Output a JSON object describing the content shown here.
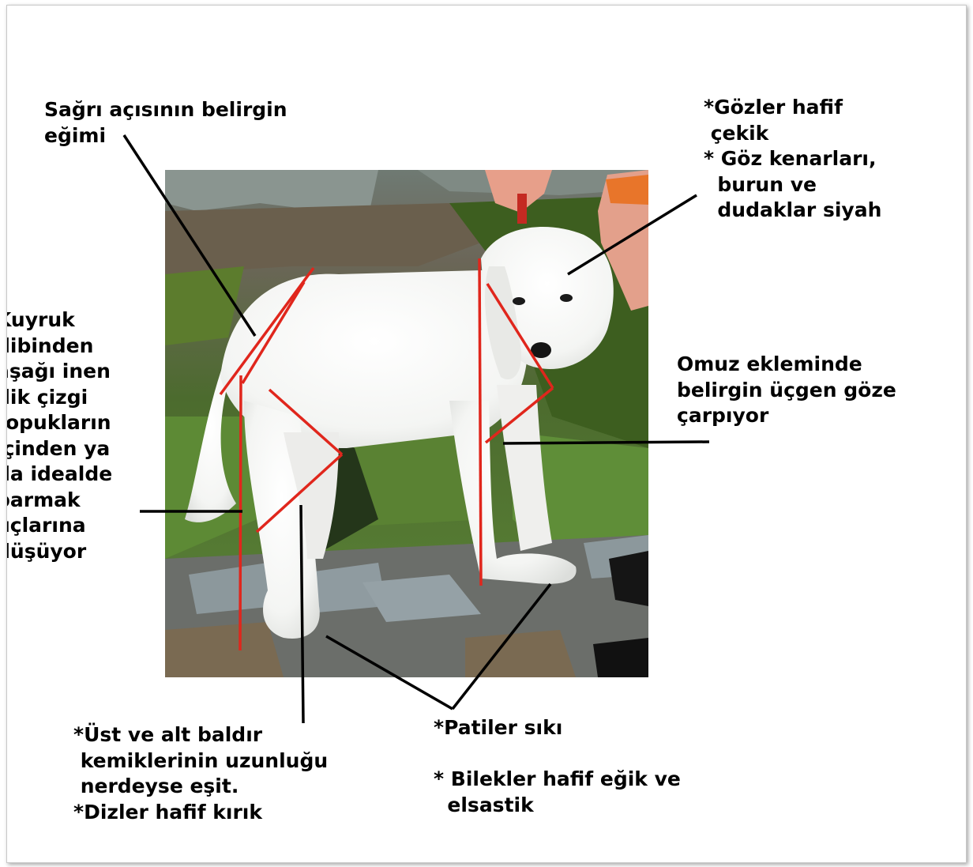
{
  "colors": {
    "background": "#ffffff",
    "marker_lines": "#e0261c",
    "pointer_lines": "#000000"
  },
  "annotations": {
    "rump": "Sağrı açısının belirgin\neğimi",
    "eyes": "*Gözler hafif\n çekik\n* Göz kenarları,\n  burun ve\n  dudaklar siyah",
    "tail": "Kuyruk\ndibinden\naşağı inen\ndik çizgi\ntopukların\niçinden ya\nda idealde\nparmak\nuçlarına\ndüşüyor",
    "shoulder": "Omuz ekleminde\nbelirgin üçgen göze\nçarpıyor",
    "legs": "*Üst ve alt baldır\n kemiklerinin uzunluğu\n nerdeyse eşit.\n*Dizler hafif kırık",
    "paws": "*Patiler sıkı\n\n* Bilekler hafif eğik ve\n  elsastik"
  }
}
